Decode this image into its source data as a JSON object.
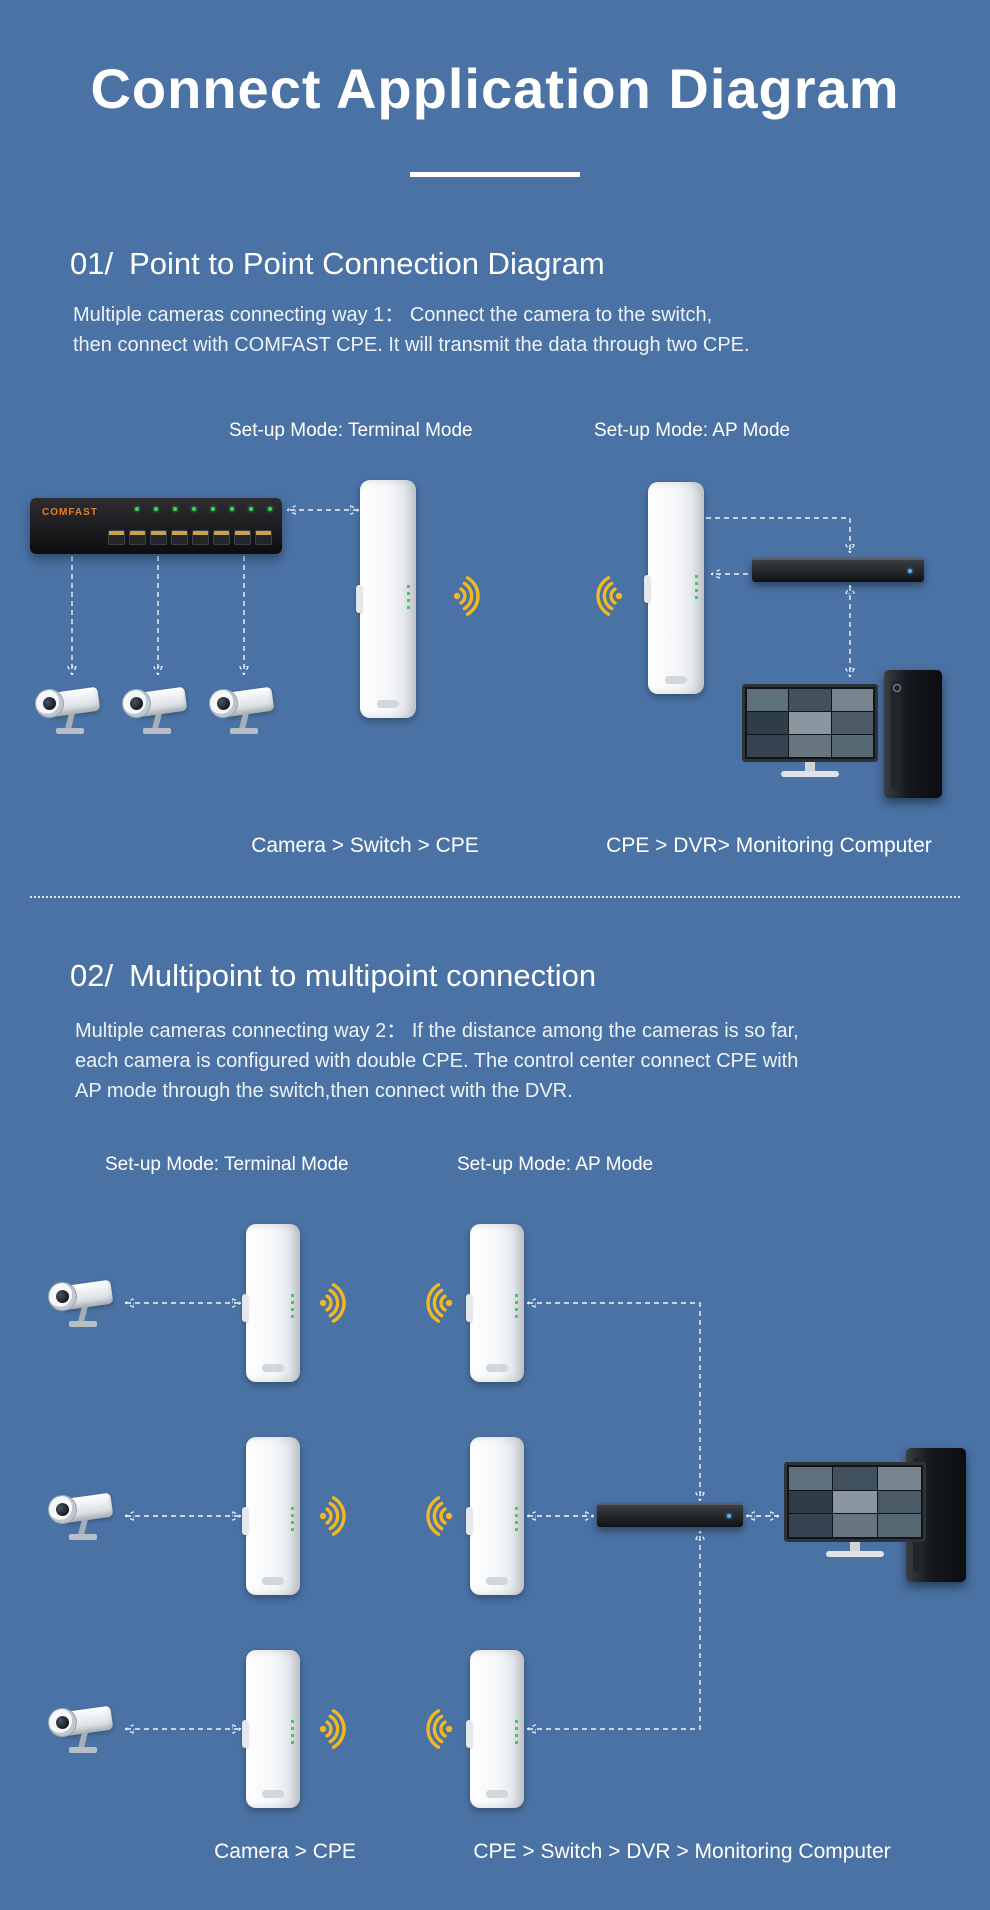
{
  "colors": {
    "background": "#4a72a4",
    "text": "#ffffff",
    "accent_yellow": "#f2b824",
    "switch_brand_orange": "#e87e1e"
  },
  "header": {
    "title": "Connect Application Diagram"
  },
  "section1": {
    "number": "01/",
    "title": "Point to Point Connection Diagram",
    "description": [
      "Multiple cameras connecting way 1： Connect the camera to the switch,",
      "then connect with COMFAST CPE. It will transmit the data through two CPE."
    ],
    "labels": {
      "terminal": "Set-up Mode: Terminal Mode",
      "ap": "Set-up Mode: AP Mode"
    },
    "captions": {
      "left": "Camera > Switch > CPE",
      "right": "CPE > DVR> Monitoring Computer"
    },
    "devices": {
      "switch_brand": "COMFAST"
    }
  },
  "section2": {
    "number": "02/",
    "title": "Multipoint to multipoint connection",
    "description": [
      "Multiple cameras connecting way 2： If the distance among the cameras is so far,",
      "each camera is configured with double CPE. The control center connect CPE with",
      "AP mode through the switch,then connect with the DVR."
    ],
    "labels": {
      "terminal": "Set-up Mode: Terminal Mode",
      "ap": "Set-up Mode: AP Mode"
    },
    "captions": {
      "left": "Camera > CPE",
      "right": "CPE > Switch > DVR > Monitoring Computer"
    }
  }
}
